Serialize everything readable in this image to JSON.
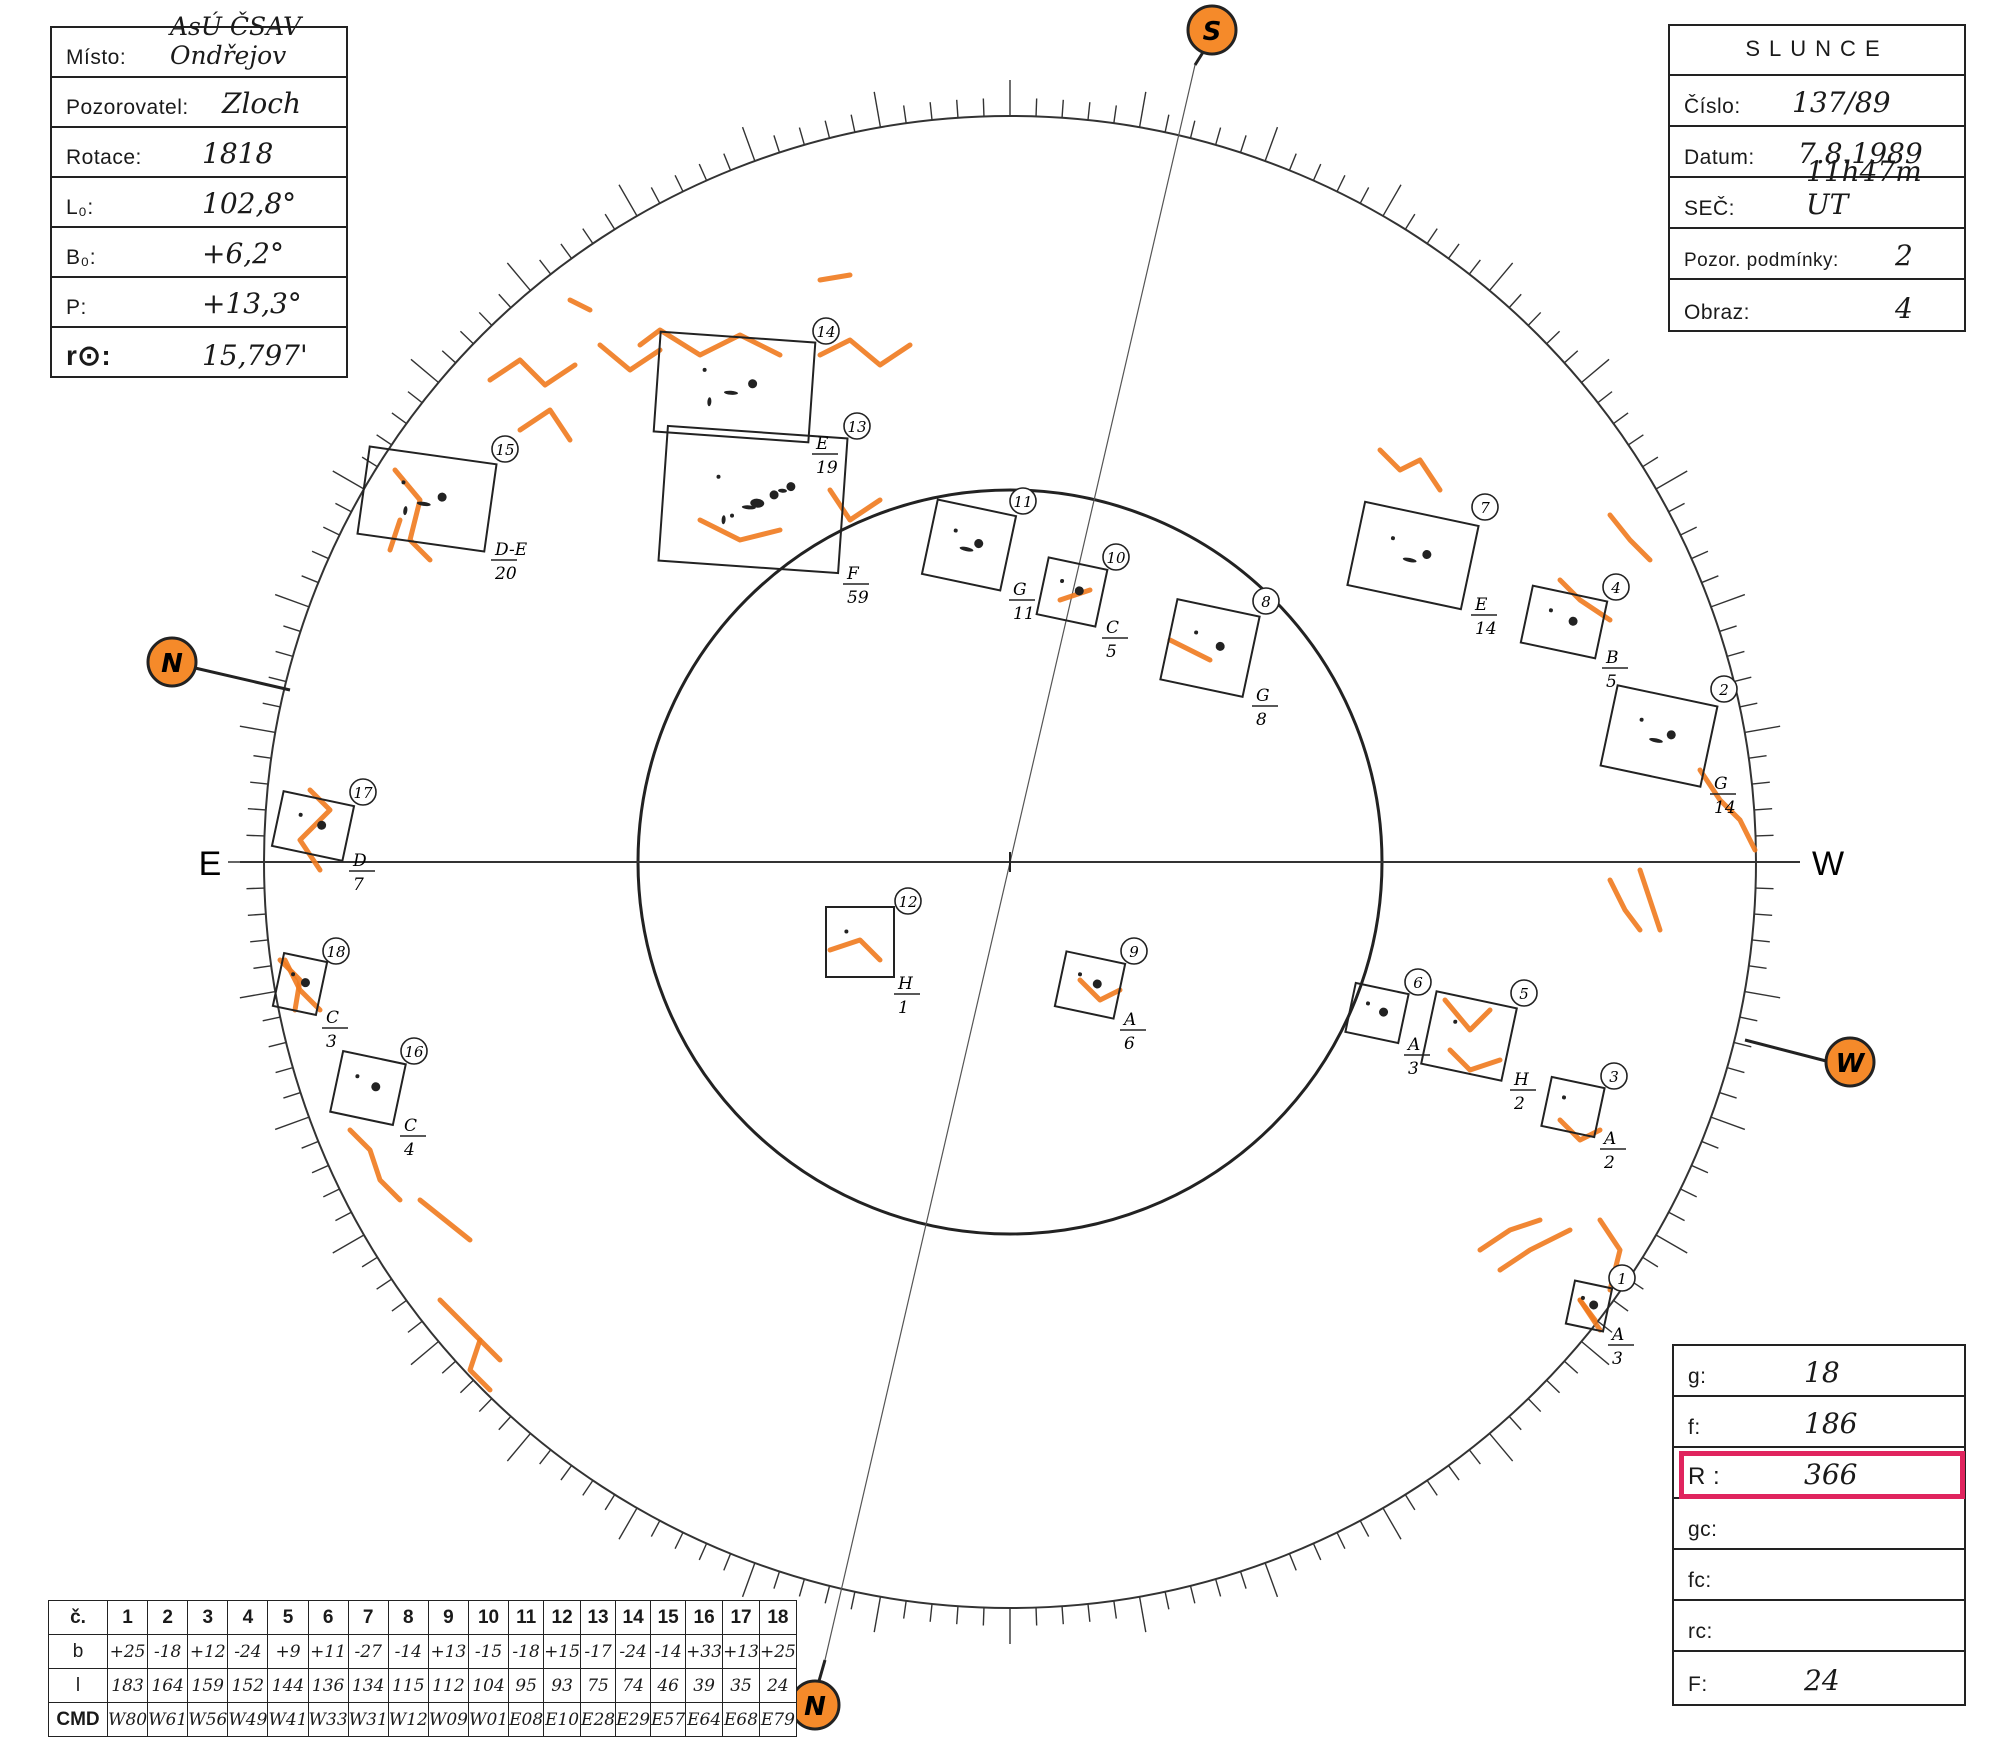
{
  "header_left": {
    "rows": [
      {
        "label": "Místo:",
        "value": "AsÚ ČSAV Ondřejov"
      },
      {
        "label": "Pozorovatel:",
        "value": "Zloch"
      },
      {
        "label": "Rotace:",
        "value": "1818"
      },
      {
        "label": "L₀:",
        "value": "102,8°"
      },
      {
        "label": "B₀:",
        "value": "+6,2°"
      },
      {
        "label": "P:",
        "value": "+13,3°"
      },
      {
        "label": "r⊙:",
        "value": "15,797'"
      }
    ]
  },
  "header_right": {
    "title": "SLUNCE",
    "rows": [
      {
        "label": "Číslo:",
        "value": "137/89"
      },
      {
        "label": "Datum:",
        "value": "7.8.1989"
      },
      {
        "label": "SEČ:",
        "value": "11h47m UT"
      },
      {
        "label": "Pozor. podmínky:",
        "value": "2"
      },
      {
        "label": "Obraz:",
        "value": "4"
      }
    ]
  },
  "counts": {
    "rows": [
      {
        "label": "g:",
        "value": "18"
      },
      {
        "label": "f:",
        "value": "186"
      },
      {
        "label": "R :",
        "value": "366"
      },
      {
        "label": "gc:",
        "value": ""
      },
      {
        "label": "fc:",
        "value": ""
      },
      {
        "label": "rc:",
        "value": ""
      },
      {
        "label": "F:",
        "value": "24"
      }
    ],
    "highlight_color": "#e0245e"
  },
  "directions": {
    "east": "E",
    "west": "W",
    "top_marker": "S",
    "bottom_marker": "N",
    "left_marker": "N",
    "right_marker": "W"
  },
  "groups": [
    {
      "n": "1",
      "cls": "A",
      "cnt": "3"
    },
    {
      "n": "2",
      "cls": "G",
      "cnt": "14"
    },
    {
      "n": "3",
      "cls": "A",
      "cnt": "2"
    },
    {
      "n": "4",
      "cls": "B",
      "cnt": "5"
    },
    {
      "n": "5",
      "cls": "H",
      "cnt": "2"
    },
    {
      "n": "6",
      "cls": "A",
      "cnt": "3"
    },
    {
      "n": "7",
      "cls": "E",
      "cnt": "14"
    },
    {
      "n": "8",
      "cls": "G",
      "cnt": "8"
    },
    {
      "n": "9",
      "cls": "A",
      "cnt": "6"
    },
    {
      "n": "10",
      "cls": "C",
      "cnt": "5"
    },
    {
      "n": "11",
      "cls": "G",
      "cnt": "11"
    },
    {
      "n": "12",
      "cls": "H",
      "cnt": "1"
    },
    {
      "n": "13",
      "cls": "F",
      "cnt": "59"
    },
    {
      "n": "14",
      "cls": "E",
      "cnt": "19"
    },
    {
      "n": "15",
      "cls": "D-E",
      "cnt": "20"
    },
    {
      "n": "16",
      "cls": "C",
      "cnt": "4"
    },
    {
      "n": "17",
      "cls": "D",
      "cnt": "7"
    },
    {
      "n": "18",
      "cls": "C",
      "cnt": "3"
    }
  ],
  "position_table": {
    "headers": [
      "č.",
      "b",
      "l",
      "CMD"
    ],
    "numbers": [
      "1",
      "2",
      "3",
      "4",
      "5",
      "6",
      "7",
      "8",
      "9",
      "10",
      "11",
      "12",
      "13",
      "14",
      "15",
      "16",
      "17",
      "18"
    ],
    "b": [
      "+25",
      "-18",
      "+12",
      "-24",
      "+9",
      "+11",
      "-27",
      "-14",
      "+13",
      "-15",
      "-18",
      "+15",
      "-17",
      "-24",
      "-14",
      "+33",
      "+13",
      "+25"
    ],
    "l": [
      "183",
      "164",
      "159",
      "152",
      "144",
      "136",
      "134",
      "115",
      "112",
      "104",
      "95",
      "93",
      "75",
      "74",
      "46",
      "39",
      "35",
      "24"
    ],
    "cmd": [
      "W80",
      "W61",
      "W56",
      "W49",
      "W41",
      "W33",
      "W31",
      "W12",
      "W09",
      "W01",
      "E08",
      "E10",
      "E28",
      "E29",
      "E57",
      "E64",
      "E68",
      "E79"
    ]
  },
  "colors": {
    "facula": "#f07a1e",
    "marker_fill": "#f58a2a",
    "ink": "#222222"
  }
}
